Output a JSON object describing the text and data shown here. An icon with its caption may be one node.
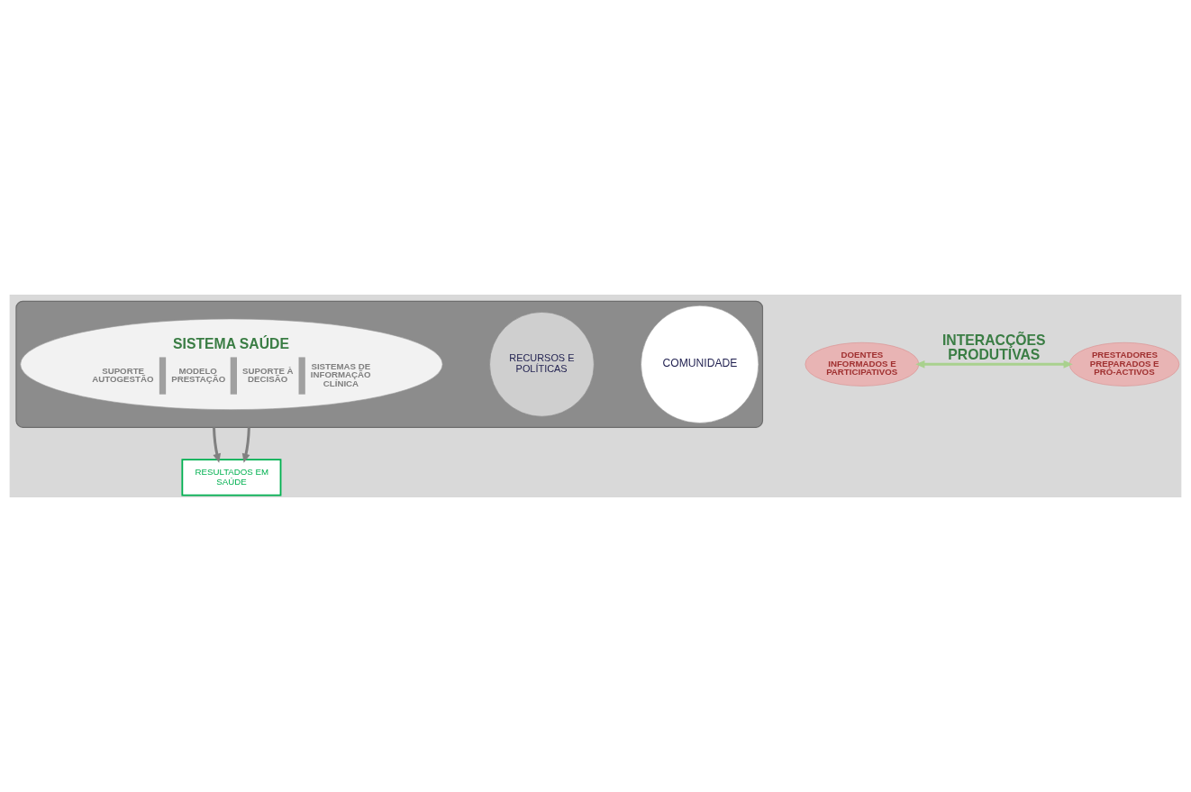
{
  "diagram": {
    "nodes": [
      {
        "text": [],
        "shape": "ellipse"
      },
      {
        "text": [
          "COMUNIDADE"
        ],
        "in": 0
      },
      {
        "text": [
          "RECURSOS E POLÍTICAS"
        ],
        "in": 0
      },
      {
        "text": [
          "SISTEMA SAÚDE",
          "SUPORTE AUTOGESTÃO",
          "MODELO PRESTAÇÃO",
          "SUPORTE À DECISÃO",
          "SISTEMAS DE INFORMAÇÃO CLÍNICA"
        ],
        "in": 0
      },
      {
        "text": [
          "DOENTES INFORMADOS E PARTICIPATIVOS"
        ]
      },
      {
        "text": [
          "PRESTADORES PREPARADOS E PRÓ-ACTIVOS"
        ]
      },
      {
        "text": [
          "RESULTADOS EM SAÚDE"
        ]
      }
    ],
    "edges": [
      {
        "from": 0,
        "to": 6,
        "arrow": "to"
      },
      {
        "from": 0,
        "to": 6,
        "arrow": "to"
      },
      {
        "from": 4,
        "to": 5,
        "arrow": "both",
        "label": "INTERACÇÕES PRODUTIVAS",
        "color": "#a9d18e"
      }
    ]
  }
}
